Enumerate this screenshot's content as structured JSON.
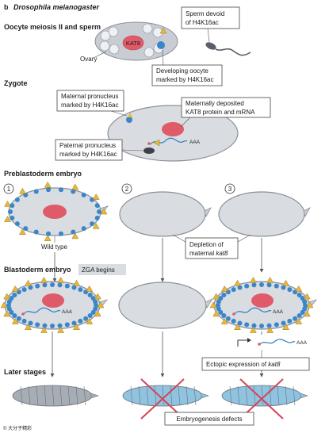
{
  "panel": {
    "letter": "b",
    "species": "Drosophila melanogaster"
  },
  "sections": {
    "oocyte": "Oocyte meiosis II and sperm",
    "zygote": "Zygote",
    "preblastoderm": "Preblastoderm embryo",
    "blastoderm": "Blastoderm embryo",
    "later": "Later stages"
  },
  "labels": {
    "sperm_line1": "Sperm devoid",
    "sperm_line2": "of H4K16ac",
    "ovary": "Ovary",
    "kat8": "KAT8",
    "dev_line1": "Developing oocyte",
    "dev_line2": "marked by H4K16ac",
    "mat_pron_line1": "Maternal pronucleus",
    "mat_pron_line2": "marked by H4K16ac",
    "mat_dep_line1": "Maternally deposited",
    "mat_dep_line2": "KAT8 protein and mRNA",
    "pat_pron_line1": "Paternal pronucleus",
    "pat_pron_line2": "marked by H4K16ac",
    "aaa": "AAA",
    "wild_type": "Wild type",
    "depletion_line1": "Depletion of",
    "depletion_line2_a": "maternal ",
    "depletion_line2_b": "kat8",
    "zga": "ZGA begins",
    "ectopic_a": "Ectopic expression of ",
    "ectopic_b": "kat8",
    "defects": "Embryogenesis defects",
    "watermark": "© 大分子精彩"
  },
  "columns": [
    {
      "number": "1"
    },
    {
      "number": "2"
    },
    {
      "number": "3"
    }
  ],
  "colors": {
    "egg_fill": "#d9dde2",
    "egg_stroke": "#8a9099",
    "nucleus": "#e05b6a",
    "marker_blue": "#3b86c8",
    "triangle": "#e9b83a",
    "rna": "#2f7fbf",
    "larva_gray": "#a7adb4",
    "larva_blue": "#8fc3e0",
    "cross": "#d4435a",
    "zga_badge": "#d9dde2"
  }
}
